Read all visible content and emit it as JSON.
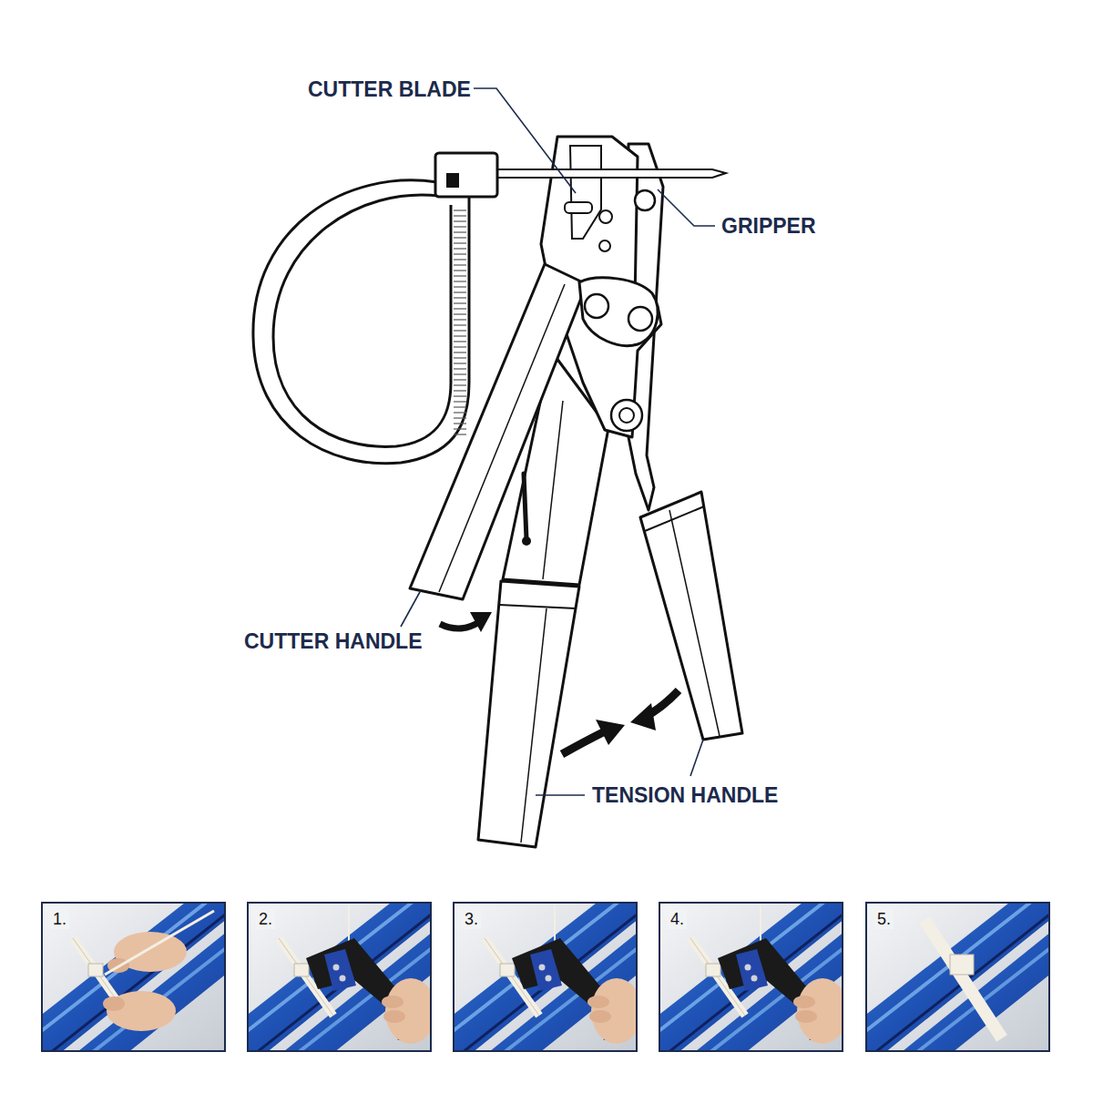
{
  "diagram": {
    "nodes": [
      {
        "text": [
          "1."
        ]
      },
      {
        "text": [
          "2."
        ]
      },
      {
        "text": [
          "3."
        ]
      },
      {
        "text": [
          "4."
        ]
      },
      {
        "text": [
          "5."
        ]
      }
    ],
    "labels": [
      "CUTTER BLADE",
      "GRIPPER",
      "CUTTER HANDLE",
      "TENSION HANDLE"
    ]
  }
}
